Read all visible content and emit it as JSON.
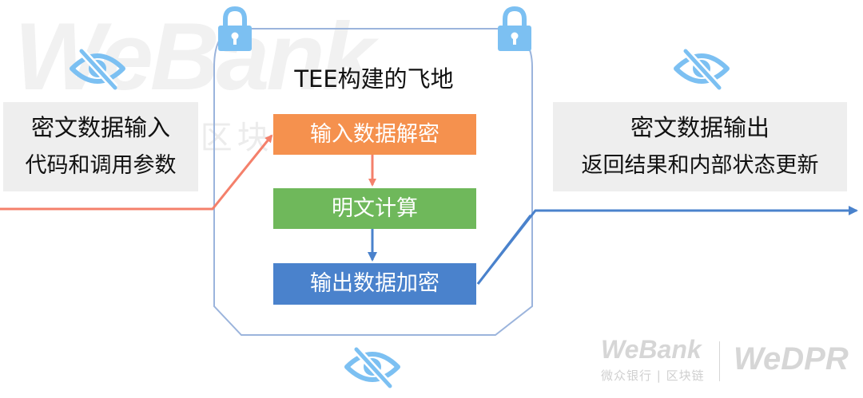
{
  "watermark": {
    "big_text": "WeBank",
    "big_subtext": "微众银行 | 区块链"
  },
  "input": {
    "line1": "密文数据输入",
    "line2": "代码和调用参数"
  },
  "output": {
    "line1": "密文数据输出",
    "line2": "返回结果和内部状态更新"
  },
  "enclave": {
    "title": "TEE构建的飞地"
  },
  "steps": [
    {
      "label": "输入数据解密",
      "color": "#f5914e"
    },
    {
      "label": "明文计算",
      "color": "#6fb85b"
    },
    {
      "label": "输出数据加密",
      "color": "#4a82cc"
    }
  ],
  "branding": {
    "webank": "WeBank",
    "webank_sub": "微众银行 | 区块链",
    "wedpr": "WeDPR"
  },
  "colors": {
    "input_arrow": "#f4806b",
    "output_arrow": "#4a82cc",
    "enclave_border": "#9bb4dc",
    "icon_blue": "#7cc0f2"
  },
  "icons": {
    "lock": "lock-icon",
    "hidden_eye": "eye-slash-icon"
  }
}
